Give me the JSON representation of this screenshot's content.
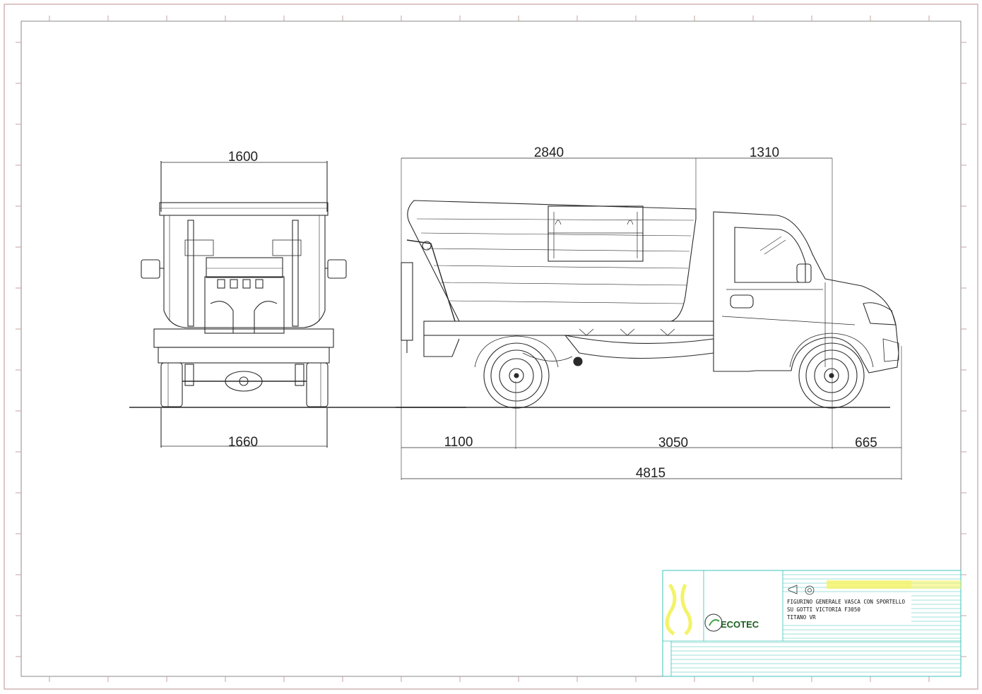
{
  "drawing": {
    "dimensions": {
      "rear_top_width": "1600",
      "rear_bottom_width": "1660",
      "body_length": "2840",
      "cab_length": "1310",
      "rear_overhang": "1100",
      "wheelbase": "3050",
      "front_overhang": "665",
      "overall_length": "4815"
    },
    "title_block": {
      "logo": "ECOTEC",
      "line1": "FIGURINO GENERALE VASCA CON SPORTELLO",
      "line2": "SU GOTTI VICTORIA F3050",
      "line3": "TITANO VR"
    },
    "colors": {
      "frame": "#c9a2a2",
      "line": "#2a2a2a",
      "titleblock_line": "#3fc3b8",
      "titleblock_fill": "#f3f36a",
      "logo_green": "#43a047"
    }
  }
}
